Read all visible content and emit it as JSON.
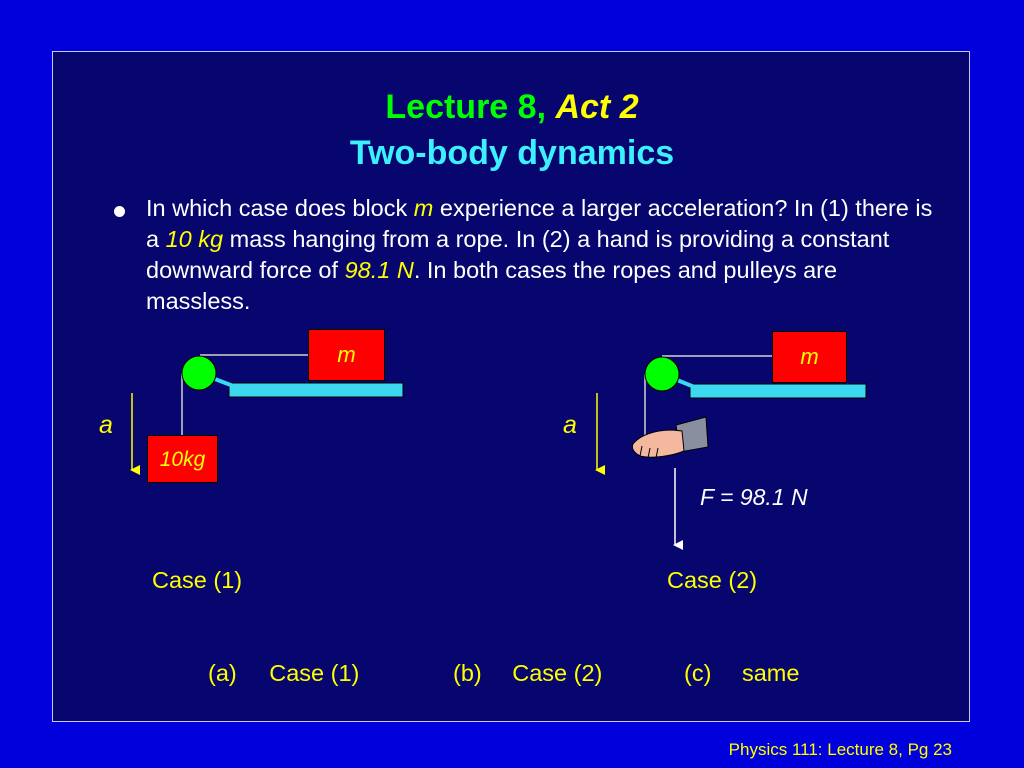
{
  "title": {
    "line1_prefix": "Lecture 8,",
    "line1_act": "Act 2",
    "line2": "Two-body dynamics"
  },
  "question": {
    "part1": "In which case does block",
    "m": "m",
    "part2": "experience a larger acceleration? In (1) there is a",
    "mass": "10 kg",
    "part3": "mass hanging from a rope.  In (2) a hand is providing a constant downward force of",
    "force": "98.1 N",
    "part4": ". In both cases the ropes and pulleys are massless."
  },
  "diagram": {
    "case1": {
      "block_label": "m",
      "hanging_label": "10kg",
      "accel_label": "a",
      "caption": "Case (1)"
    },
    "case2": {
      "block_label": "m",
      "accel_label": "a",
      "force_label": "F = 98.1 N",
      "caption": "Case (2)"
    }
  },
  "choices": [
    {
      "key": "(a)",
      "text": "Case (1)"
    },
    {
      "key": "(b)",
      "text": "Case (2)"
    },
    {
      "key": "(c)",
      "text": "same"
    }
  ],
  "footer": "Physics 111: Lecture 8, Pg 23",
  "colors": {
    "background": "#0000dc",
    "panel": "#06066e",
    "title_line1": "#00ff00",
    "title_line2": "#3cf0ff",
    "accent": "#ffff00",
    "block": "#ff0000",
    "table": "#3cd8f0",
    "pulley": "#00ff00"
  }
}
